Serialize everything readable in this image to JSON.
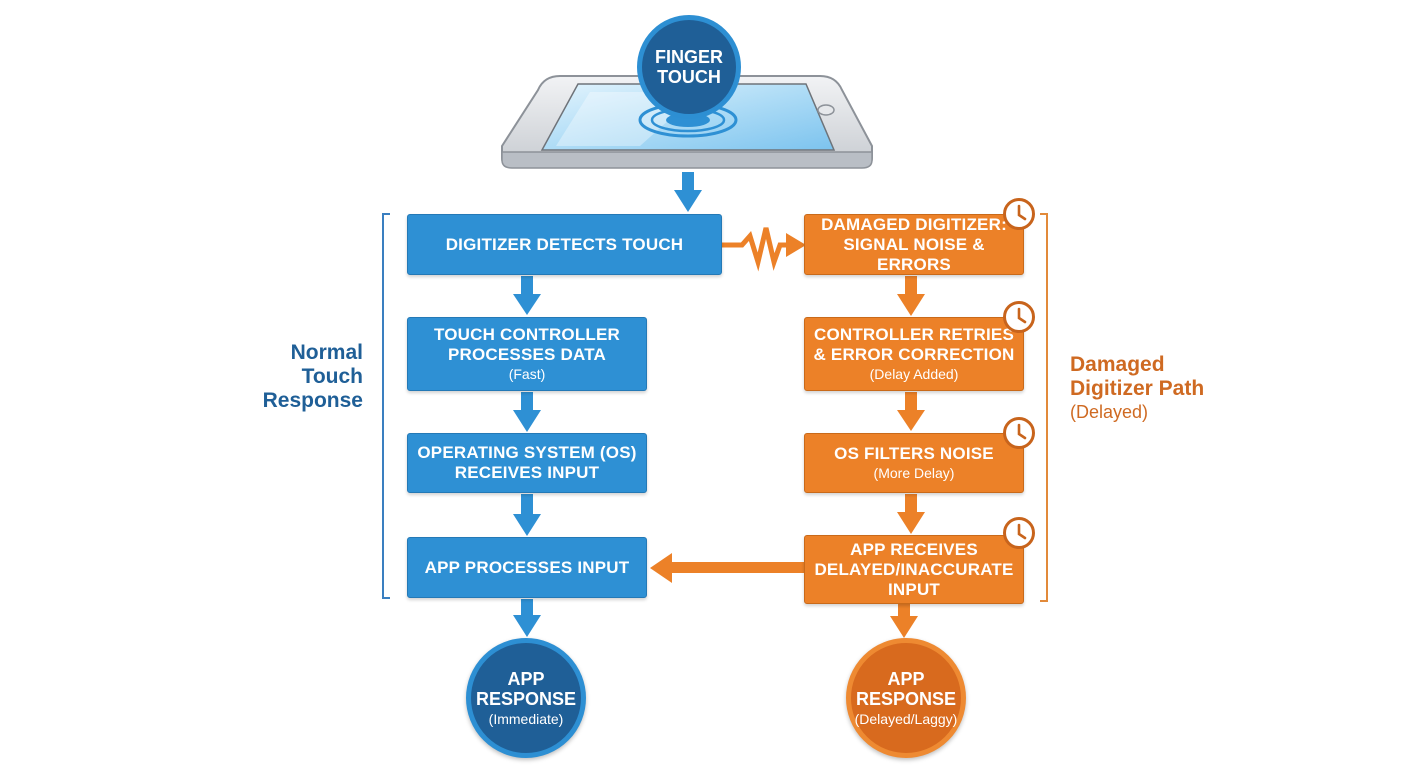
{
  "colors": {
    "blue": "#2e90d4",
    "blue_dark": "#1f5f97",
    "orange": "#ec8128",
    "orange_dark": "#d86a1e"
  },
  "touch": {
    "label": "FINGER\nTOUCH"
  },
  "normal_path": {
    "label": "Normal\nTouch\nResponse",
    "steps": [
      {
        "title": "DIGITIZER DETECTS TOUCH",
        "note": ""
      },
      {
        "title": "TOUCH CONTROLLER\nPROCESSES DATA",
        "note": "(Fast)"
      },
      {
        "title": "OPERATING SYSTEM (OS)\nRECEIVES INPUT",
        "note": ""
      },
      {
        "title": "APP PROCESSES INPUT",
        "note": ""
      }
    ],
    "result": {
      "title": "APP\nRESPONSE",
      "note": "(Immediate)"
    }
  },
  "damaged_path": {
    "label": "Damaged\nDigitizer Path",
    "label_note": "(Delayed)",
    "steps": [
      {
        "title": "DAMAGED DIGITIZER:\nSIGNAL NOISE & ERRORS",
        "note": ""
      },
      {
        "title": "CONTROLLER RETRIES\n& ERROR CORRECTION",
        "note": "(Delay Added)"
      },
      {
        "title": "OS FILTERS NOISE",
        "note": "(More Delay)"
      },
      {
        "title": "APP RECEIVES\nDELAYED/INACCURATE\nINPUT",
        "note": ""
      }
    ],
    "result": {
      "title": "APP\nRESPONSE",
      "note": "(Delayed/Laggy)"
    }
  },
  "icons": [
    "tablet-icon",
    "touch-ripple-icon",
    "clock-icon",
    "zigzag-signal-icon",
    "arrow-icon"
  ]
}
